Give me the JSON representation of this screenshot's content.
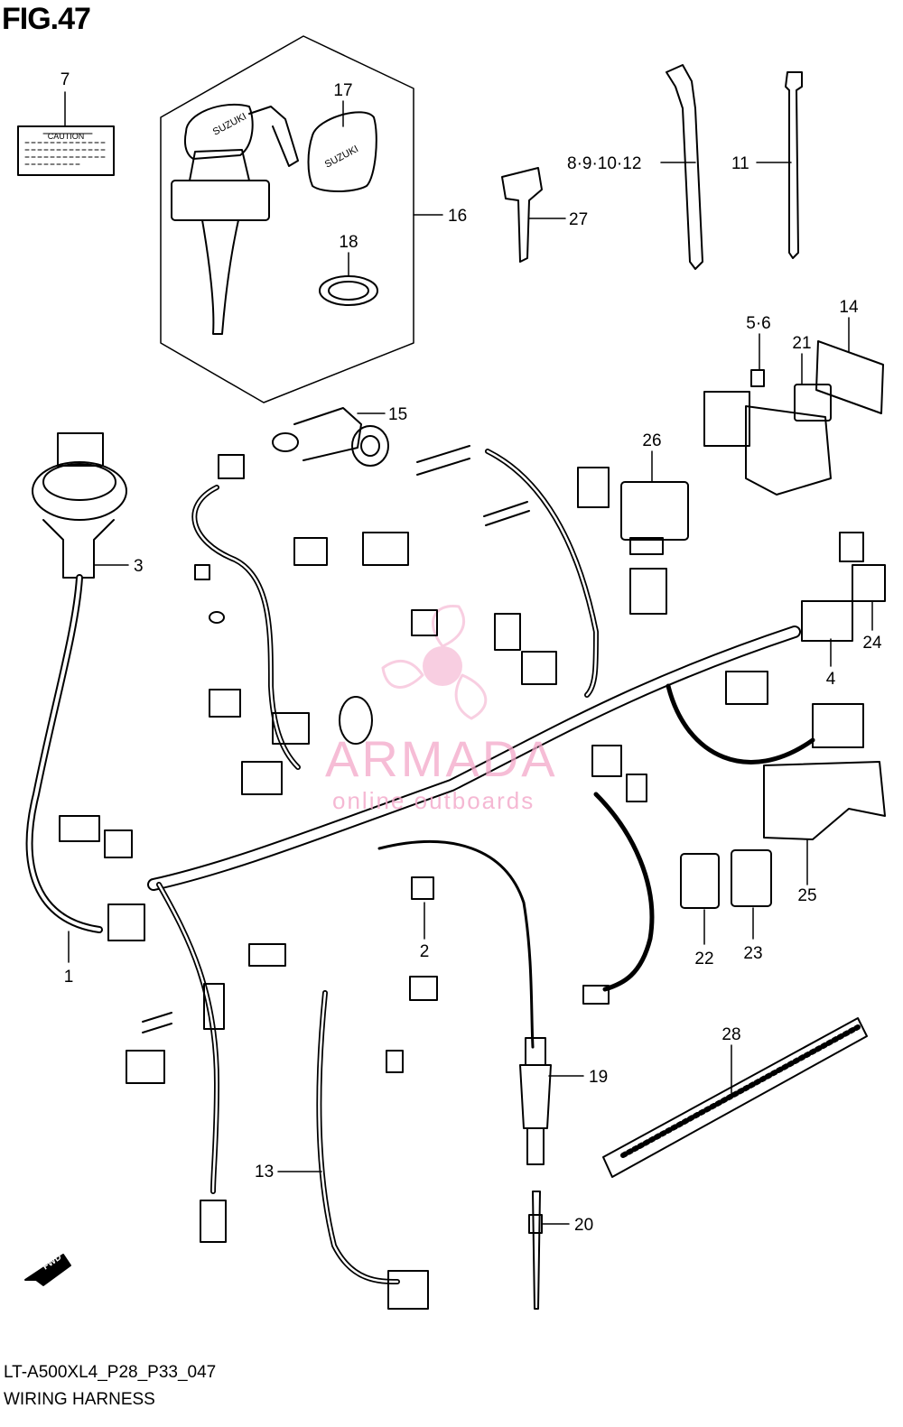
{
  "figure": {
    "title": "FIG.47",
    "code": "LT-A500XL4_P28_P33_047",
    "name": "WIRING HARNESS"
  },
  "watermark": {
    "title": "ARMADA",
    "subtitle": "online outboards",
    "color": "#f3a7c9"
  },
  "caution_label": "CAUTION",
  "key_brand": "SUZUKI",
  "fwd_label": "FWD",
  "callouts": {
    "c1": "1",
    "c2": "2",
    "c3": "3",
    "c4": "4",
    "c7": "7",
    "c8": "8·9·10·12",
    "c11": "11",
    "c13": "13",
    "c14": "14",
    "c15": "15",
    "c16": "16",
    "c17": "17",
    "c18": "18",
    "c19": "19",
    "c20": "20",
    "c21": "21",
    "c22": "22",
    "c23": "23",
    "c24": "24",
    "c25": "25",
    "c26": "26",
    "c27": "27",
    "c28": "28",
    "c56": "5·6"
  }
}
